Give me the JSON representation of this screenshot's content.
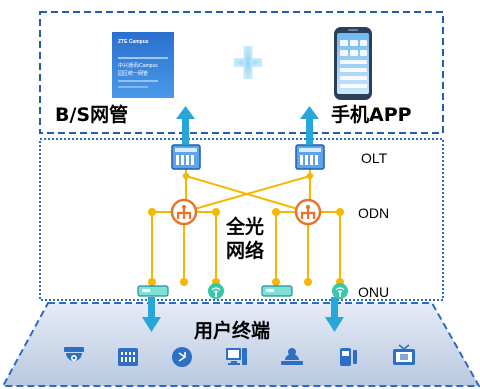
{
  "labels": {
    "bs": "B/S网管",
    "app": "手机APP",
    "olt": "OLT",
    "odn": "ODN",
    "onu": "ONU",
    "core_line1": "全光",
    "core_line2": "网络",
    "terminals": "用户终端"
  },
  "screen": {
    "brand": "ZTE Campus",
    "line1": "中兴通讯iCampus",
    "line2": "园区统一网管"
  },
  "colors": {
    "dash_blue": "#1f5fae",
    "fiber_yellow": "#f5b800",
    "splitter_orange": "#e8742a",
    "arrow_cyan": "#27a6d9",
    "platform": "#c7d3e6"
  },
  "terminal_icons": [
    "camera-icon",
    "switch-panel-icon",
    "access-control-icon",
    "desktop-pc-icon",
    "video-conference-icon",
    "door-phone-icon",
    "tv-icon"
  ]
}
